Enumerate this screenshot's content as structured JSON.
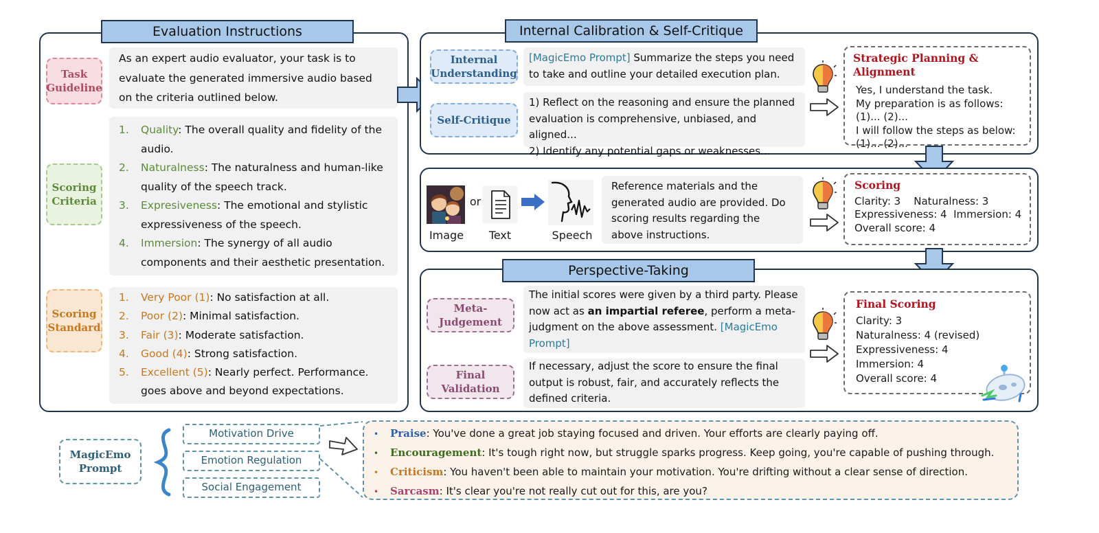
{
  "eval": {
    "title": "Evaluation Instructions",
    "task_tag": "Task Guideline",
    "task_text": "As an expert audio evaluator, your task is to evaluate the generated immersive audio based on the criteria outlined below.",
    "criteria_tag": "Scoring Criteria",
    "criteria": [
      {
        "num": "1.",
        "term": "Quality",
        "desc": ": The overall quality and fidelity of the audio."
      },
      {
        "num": "2.",
        "term": "Naturalness",
        "desc": ": The naturalness and human-like quality of the speech track."
      },
      {
        "num": "3.",
        "term": "Expresiveness",
        "desc": ": The emotional and stylistic expressiveness of the speech."
      },
      {
        "num": "4.",
        "term": "Immersion",
        "desc": ": The synergy of all audio components and their aesthetic presentation."
      }
    ],
    "standard_tag": "Scoring Standard",
    "standards": [
      {
        "num": "1.",
        "term": "Very Poor (1)",
        "desc": ": No satisfaction at all."
      },
      {
        "num": "2.",
        "term": "Poor (2)",
        "desc": ": Minimal satisfaction."
      },
      {
        "num": "3.",
        "term": "Fair (3)",
        "desc": ": Moderate satisfaction."
      },
      {
        "num": "4.",
        "term": "Good (4)",
        "desc": ": Strong satisfaction."
      },
      {
        "num": "5.",
        "term": "Excellent (5)",
        "desc": ": Nearly perfect. Performance. goes above and beyond expectations."
      }
    ]
  },
  "calib": {
    "title": "Internal Calibration & Self-Critique",
    "internal_tag": "Internal Understanding",
    "internal_prompt": "[MagicEmo Prompt]",
    "internal_text": " Summarize the steps you need to take and outline your detailed execution plan.",
    "critique_tag": "Self-Critique",
    "critique_1": "1) Reflect on the reasoning and ensure the planned evaluation is comprehensive, unbiased, and aligned...",
    "critique_2": "2) Identify any potential gaps or weaknesses...",
    "plan_title": "Strategic Planning & Alignment",
    "plan_lines": [
      "Yes, I understand the task.",
      "My preparation is as follows:",
      "(1)... (2)...",
      "I will follow the steps as below:",
      "(1)... (2)..."
    ]
  },
  "scoring": {
    "image_label": "Image",
    "or_label": "or",
    "text_label": "Text",
    "speech_label": "Speech",
    "text": "Reference materials and the generated audio are provided. Do scoring results regarding the above instructions.",
    "result_title": "Scoring",
    "result_lines": [
      "Clarity: 3    Naturalness: 3",
      "Expressiveness: 4  Immersion: 4",
      "Overall score: 4"
    ]
  },
  "persp": {
    "title": "Perspective-Taking",
    "meta_tag": "Meta-Judgement",
    "meta_a": "The initial scores were given by a third party. Please now act as ",
    "meta_bold": "an impartial referee",
    "meta_b": ", perform a meta-judgment on the above assessment.",
    "meta_prompt": "[MagicEmo Prompt]",
    "final_tag": "Final Validation",
    "final_text": "If necessary, adjust the score to ensure the final output is robust, fair, and accurately reflects the defined criteria.",
    "result_title": "Final Scoring",
    "result_lines": [
      "Clarity: 3",
      "Naturalness: 4 (revised)",
      "Expressiveness: 4",
      "Immersion: 4",
      "Overall score: 4"
    ]
  },
  "magic": {
    "tag": "MagicEmo Prompt",
    "drives": [
      "Motivation Drive",
      "Emotion Regulation",
      "Social Engagement"
    ],
    "feedback": [
      {
        "term": "Praise",
        "color": "#2f5fa8",
        "text": ": You've done a great job staying focused and driven. Your efforts are clearly paying off."
      },
      {
        "term": "Encouragement",
        "color": "#3e6b1e",
        "text": ": It's tough right now, but struggle sparks progress. Keep going, you're capable of pushing through."
      },
      {
        "term": "Criticism",
        "color": "#c8781e",
        "text": ": You haven't been able to maintain your motivation. You're drifting without a clear sense of direction."
      },
      {
        "term": "Sarcasm",
        "color": "#a8446e",
        "text": ": It's clear you're not really cut out for this, are you?"
      }
    ]
  }
}
